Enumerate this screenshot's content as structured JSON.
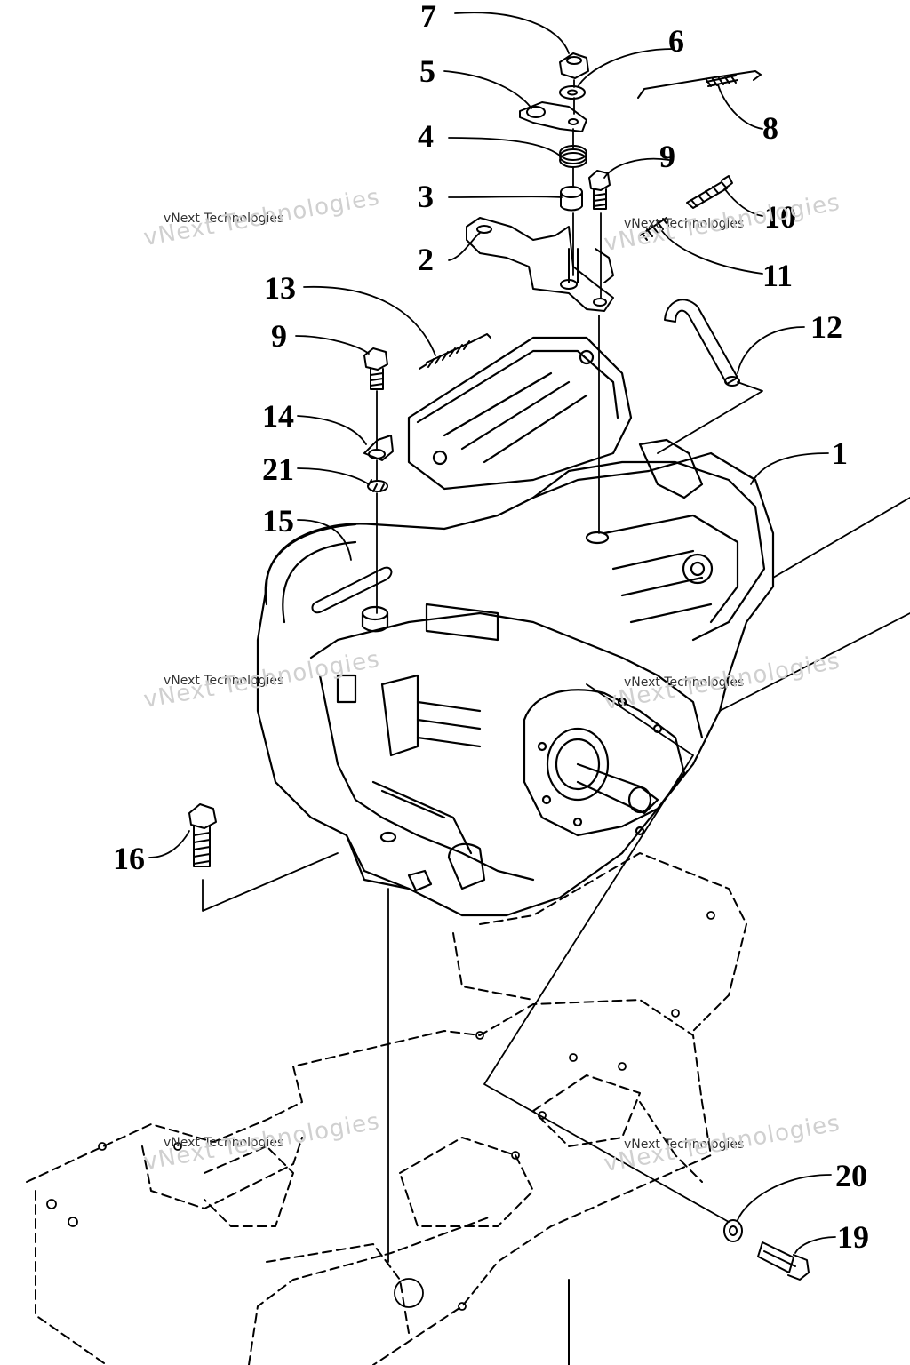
{
  "callouts": {
    "c1": "1",
    "c2": "2",
    "c3": "3",
    "c4": "4",
    "c5": "5",
    "c6": "6",
    "c7": "7",
    "c8": "8",
    "c9a": "9",
    "c9b": "9",
    "c10": "10",
    "c11": "11",
    "c12": "12",
    "c13": "13",
    "c14": "14",
    "c15": "15",
    "c16": "16",
    "c19": "19",
    "c20": "20",
    "c21": "21"
  },
  "watermark": {
    "line_big": "vNext Technologies",
    "line_small": "vNext Technologies"
  }
}
